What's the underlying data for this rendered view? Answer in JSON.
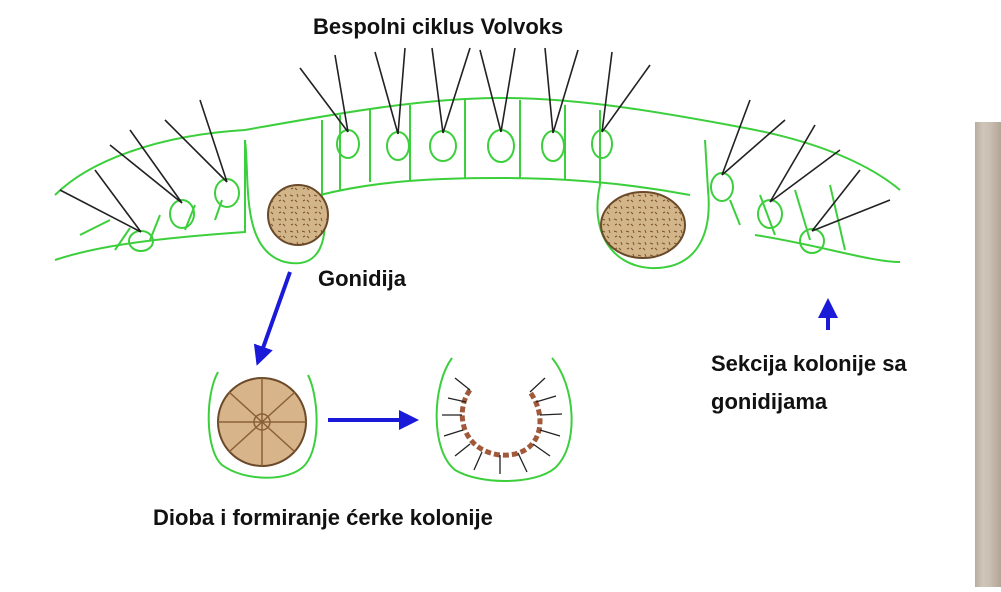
{
  "title": "Bespolni ciklus Volvoks",
  "labels": {
    "gonidia": "Gonidija",
    "section_line1": "Sekcija kolonije sa",
    "section_line2": "gonidijama",
    "division": "Dioba i formiranje ćerke kolonije"
  },
  "colors": {
    "cell_outline": "#3ccf3c",
    "gonidium_fill": "#c9a978",
    "gonidium_outline": "#6b4a2a",
    "arrow": "#1a1ad8",
    "flagella": "#222222",
    "daughter_ring": "#a05a3a"
  }
}
